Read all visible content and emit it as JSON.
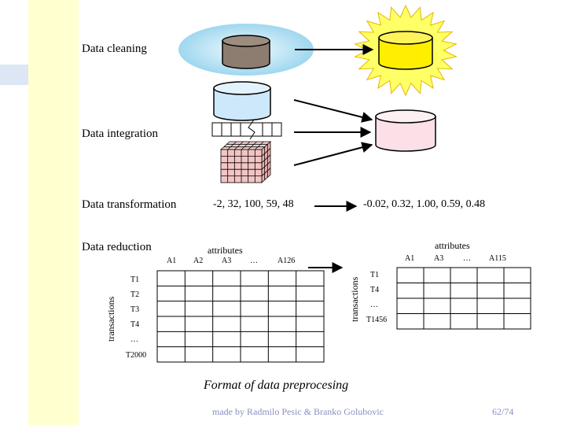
{
  "steps": {
    "cleaning": "Data cleaning",
    "integration": "Data integration",
    "transformation": "Data transformation",
    "reduction": "Data reduction"
  },
  "transform": {
    "raw": "-2, 32, 100, 59, 48",
    "normalized": "-0.02, 0.32, 1.00, 0.59, 0.48"
  },
  "left_table": {
    "attributes_label": "attributes",
    "transactions_label": "transactions",
    "columns": [
      "A1",
      "A2",
      "A3",
      "…",
      "A126"
    ],
    "rows": [
      "T1",
      "T2",
      "T3",
      "T4",
      "…",
      "T2000"
    ]
  },
  "right_table": {
    "attributes_label": "attributes",
    "transactions_label": "transactions",
    "columns": [
      "A1",
      "A3",
      "…",
      "A115"
    ],
    "rows": [
      "T1",
      "T4",
      "…",
      "T1456"
    ]
  },
  "caption": "Format of data preprocesing",
  "footer": {
    "credit": "made by Radmilo Pesic & Branko Golubovic",
    "page": "62/74"
  },
  "colors": {
    "stripe": "#ffffd0",
    "dirty_db": "#8c7d70",
    "clean_db": "#ffee00",
    "burst": "#ffff66",
    "source_db": "#cde8fb",
    "integrated_db": "#fbe0e8",
    "cube": "#f4c4c4"
  }
}
